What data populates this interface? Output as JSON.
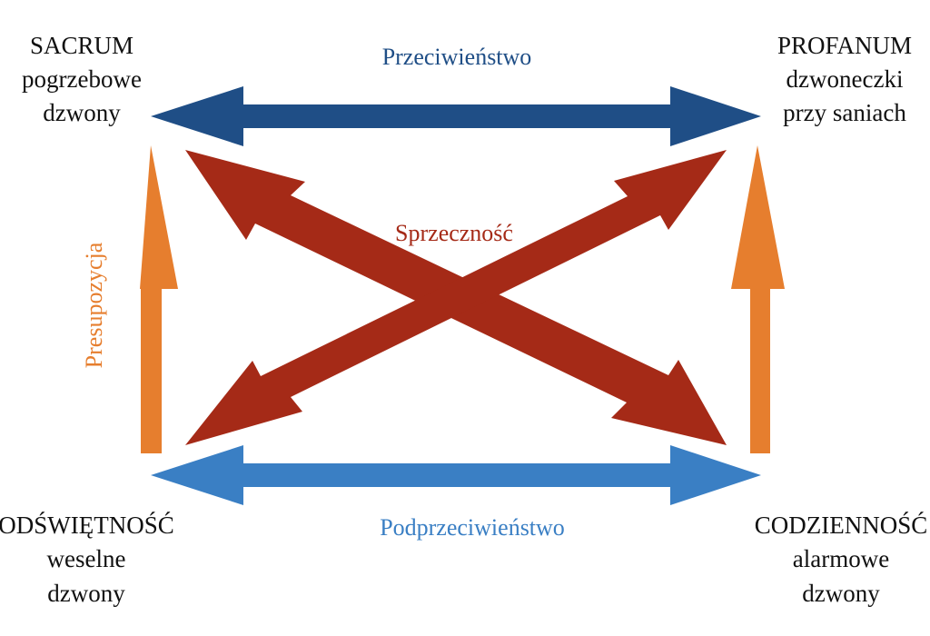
{
  "corners": {
    "top_left": {
      "title": "SACRUM",
      "line1": "pogrzebowe",
      "line2": "dzwony"
    },
    "top_right": {
      "title": "PROFANUM",
      "line1": "dzwoneczki",
      "line2": "przy saniach"
    },
    "bottom_left": {
      "title": "ODŚWIĘTNOŚĆ",
      "line1": "weselne",
      "line2": "dzwony"
    },
    "bottom_right": {
      "title": "CODZIENNOŚĆ",
      "line1": "alarmowe",
      "line2": "dzwony"
    }
  },
  "relations": {
    "contrariety": "Przeciwieństwo",
    "contradiction": "Sprzeczność",
    "presupposition": "Presupozycja",
    "subcontrariety": "Podprzeciwieństwo"
  },
  "colors": {
    "contrariety": "#1f4e86",
    "contradiction": "#a52a17",
    "presupposition": "#e67e2e",
    "subcontrariety": "#3a7fc4",
    "text": "#111111"
  },
  "icons": {
    "top_arrow": "double-arrow-horizontal",
    "bottom_arrow": "double-arrow-horizontal",
    "diagonals": "double-arrow-diagonal",
    "vertical_arrows": "arrow-up"
  }
}
